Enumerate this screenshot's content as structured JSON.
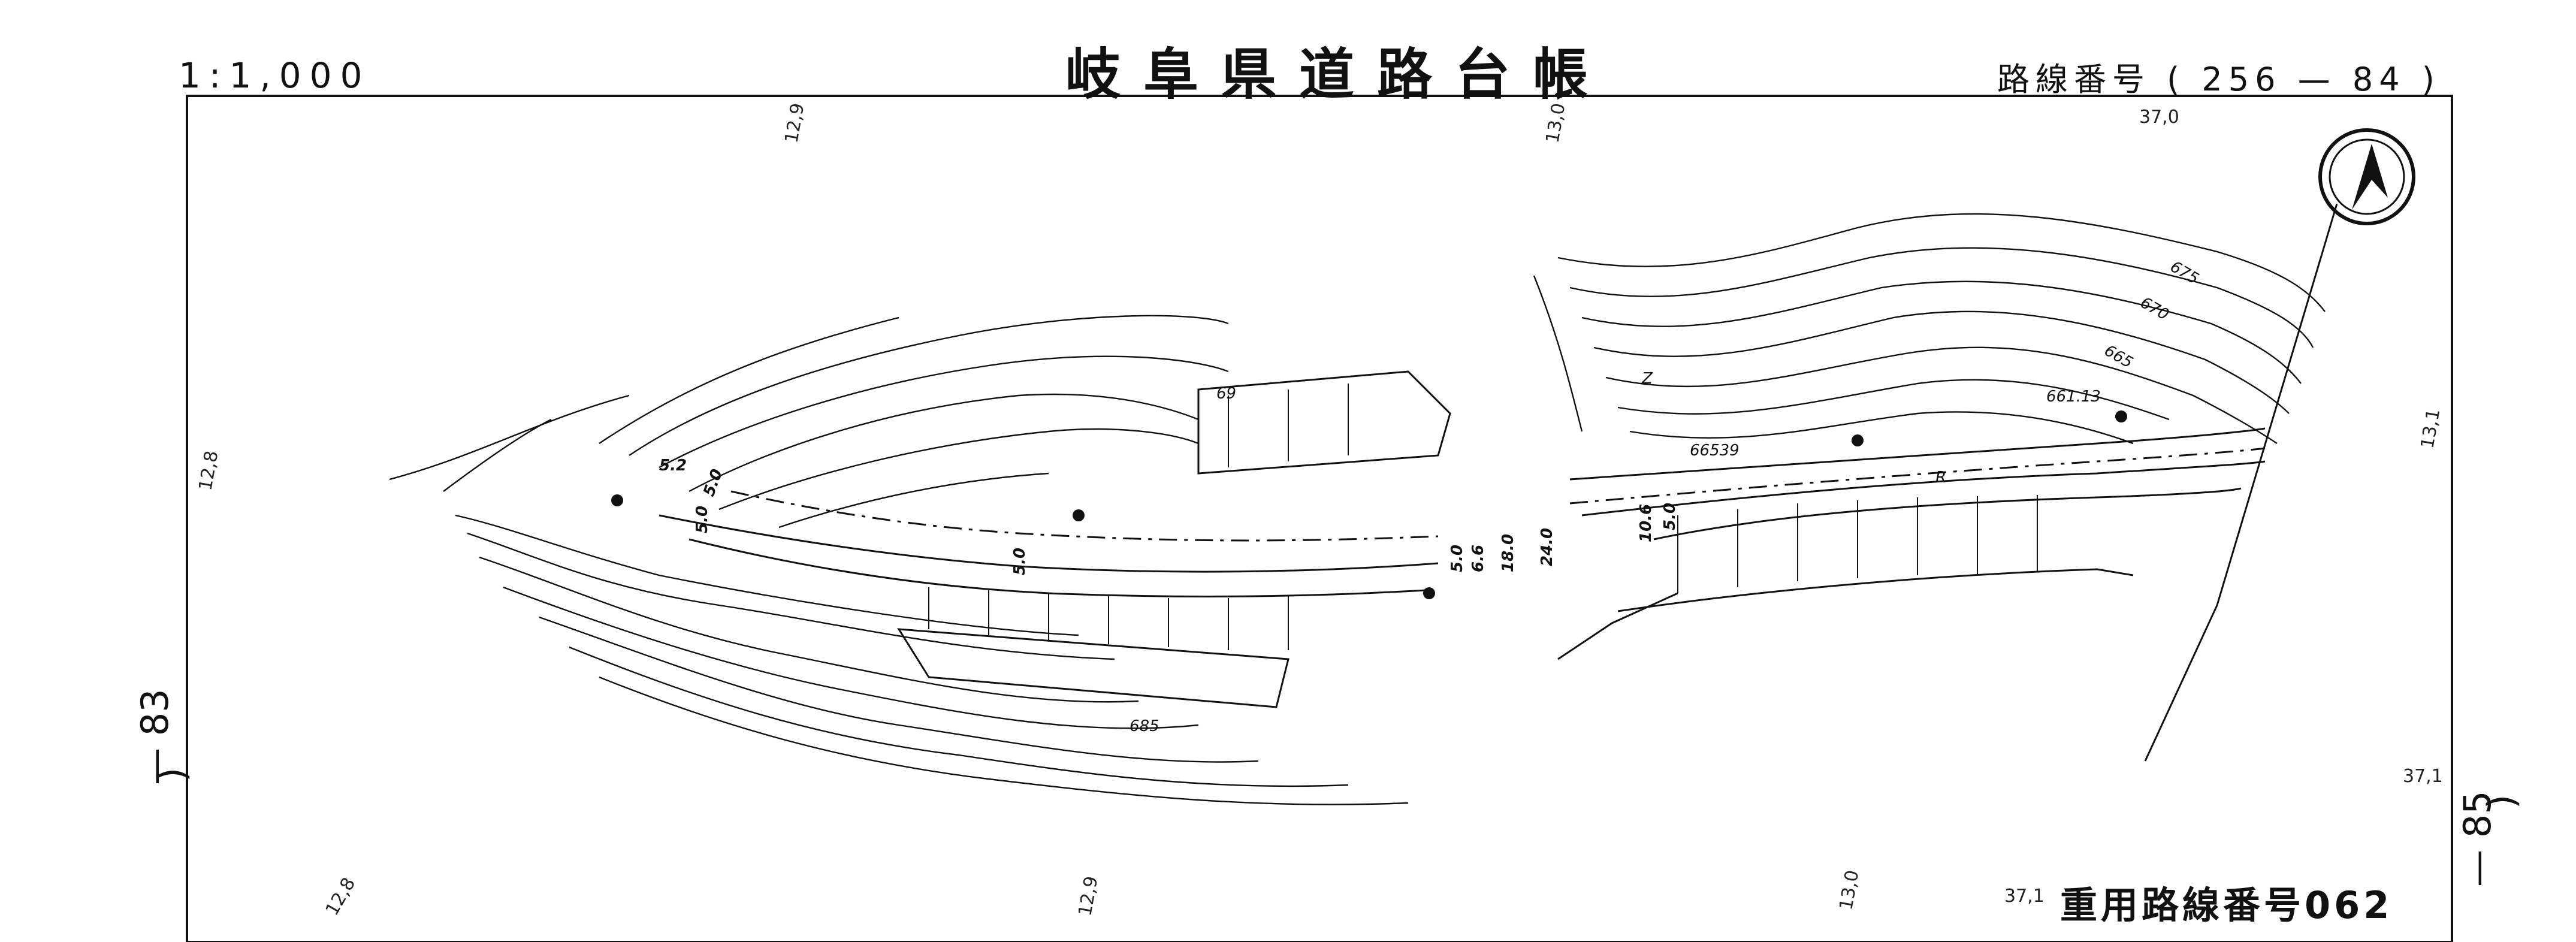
{
  "header": {
    "scale": "1:1,000",
    "title": "岐阜県道路台帳",
    "route_label": "路線番号",
    "route_open": "(",
    "route_no": "256",
    "route_dash": "—",
    "route_sheet": "84",
    "route_close": ")"
  },
  "adjacent": {
    "left_sheet": "— 83",
    "left_paren": ")",
    "right_sheet": "— 85",
    "right_paren": ")"
  },
  "footer": {
    "important_route": "重用路線番号062"
  },
  "grid_labels": {
    "top_1": "12,9",
    "top_2": "13,0",
    "top_3": "37,0",
    "left_1": "12,8",
    "right_1": "13,1",
    "right_2": "37,1",
    "bottom_1": "12,8",
    "bottom_2": "12,9",
    "bottom_3": "13,0",
    "bottom_4": "37,1"
  },
  "elevations": {
    "e69": "69",
    "e685": "685",
    "e675": "675",
    "e670": "670",
    "e665": "665",
    "e66113": "661.13",
    "e66539": "66539"
  },
  "road_widths": {
    "w50a": "5.0",
    "w50b": "5.0",
    "w50c": "5.0",
    "w50d": "5.0",
    "w66": "6.6",
    "w180": "18.0",
    "w240": "24.0",
    "w106": "10.6",
    "w52": "5.2",
    "w50e": "5.0"
  },
  "map_symbols": {
    "r1": "R",
    "z1": "Z"
  },
  "icons": {
    "north_arrow": "north-arrow-icon"
  },
  "colors": {
    "ink": "#111111",
    "paper": "#ffffff"
  }
}
